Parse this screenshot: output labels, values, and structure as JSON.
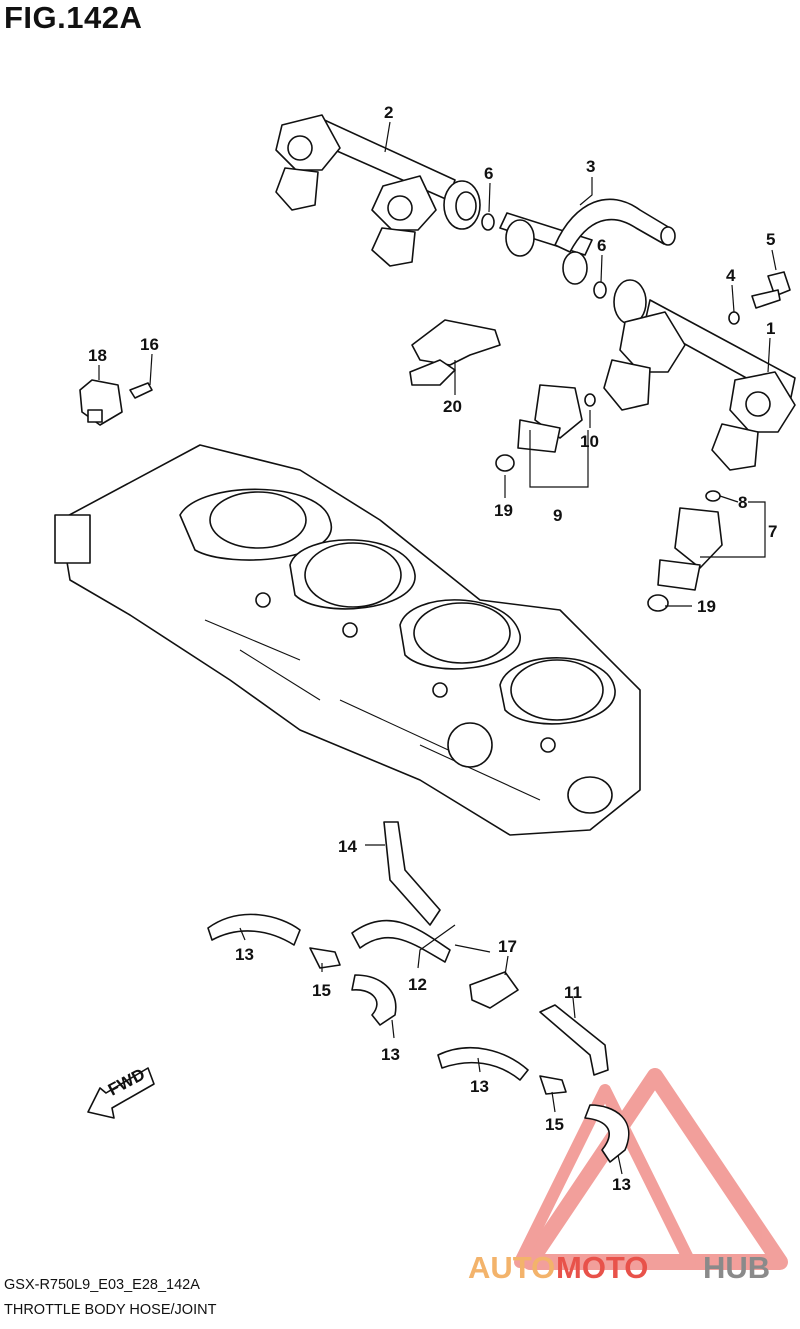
{
  "figure_title": "FIG.142A",
  "footer": {
    "model_code": "GSX-R750L9_E03_E28_142A",
    "section_title": "THROTTLE BODY HOSE/JOINT"
  },
  "direction_label": "FWD",
  "watermark": {
    "part1": "AUTO",
    "part2": "MOTO",
    "part3": "HUB",
    "color_light": "#f3b36b",
    "color_red": "#e8524a",
    "color_gray": "#8a8a8a"
  },
  "callouts": [
    "1",
    "2",
    "3",
    "4",
    "5",
    "6",
    "6",
    "7",
    "8",
    "9",
    "10",
    "11",
    "12",
    "13",
    "13",
    "13",
    "13",
    "14",
    "15",
    "15",
    "16",
    "17",
    "18",
    "19",
    "19",
    "20"
  ]
}
